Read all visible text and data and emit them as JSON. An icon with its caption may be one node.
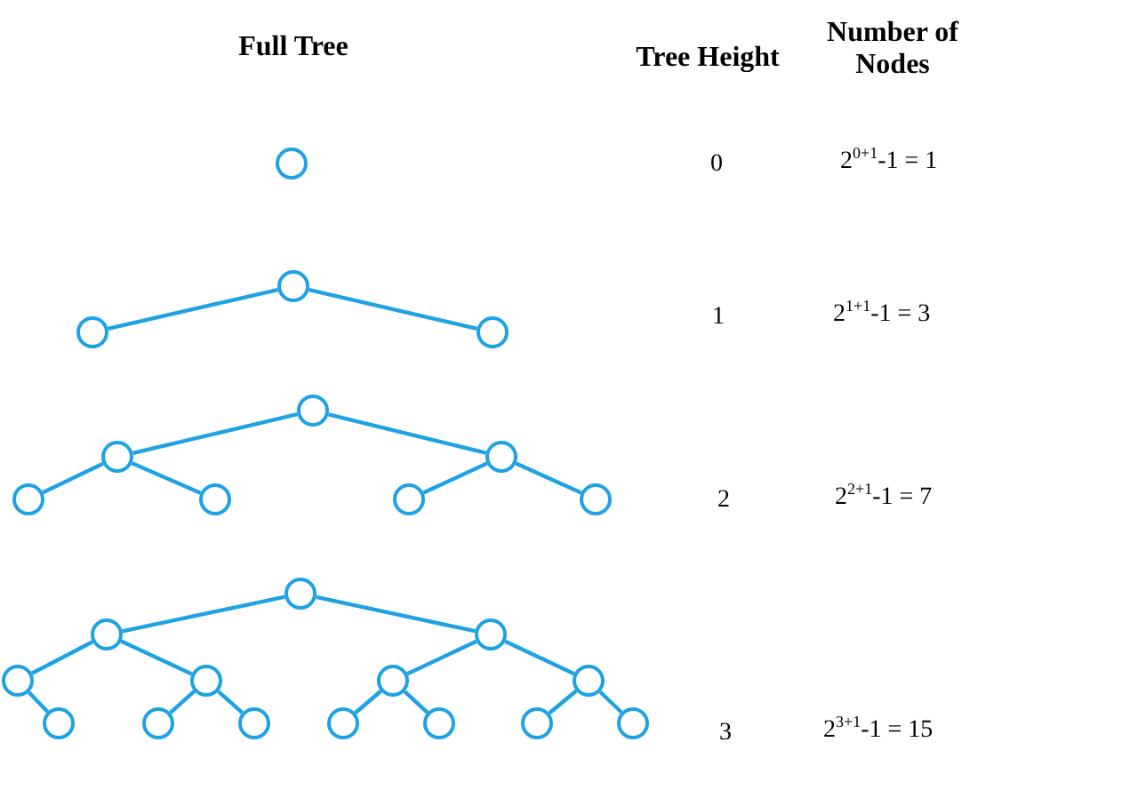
{
  "diagram": {
    "nodes": [
      {
        "text": [],
        "shape": "circle"
      },
      {
        "text": [],
        "shape": "circle"
      },
      {
        "text": [],
        "shape": "circle"
      },
      {
        "text": [],
        "shape": "circle"
      },
      {
        "text": [],
        "shape": "circle"
      },
      {
        "text": [],
        "shape": "circle"
      },
      {
        "text": [],
        "shape": "circle"
      },
      {
        "text": [],
        "shape": "circle"
      },
      {
        "text": [],
        "shape": "circle"
      },
      {
        "text": [],
        "shape": "circle"
      },
      {
        "text": [],
        "shape": "circle"
      },
      {
        "text": [],
        "shape": "circle"
      },
      {
        "text": [],
        "shape": "circle"
      },
      {
        "text": [],
        "shape": "circle"
      },
      {
        "text": [],
        "shape": "circle"
      },
      {
        "text": [],
        "shape": "circle"
      },
      {
        "text": [],
        "shape": "circle"
      },
      {
        "text": [],
        "shape": "circle"
      },
      {
        "text": [],
        "shape": "circle"
      },
      {
        "text": [],
        "shape": "circle"
      },
      {
        "text": [],
        "shape": "circle"
      },
      {
        "text": [],
        "shape": "circle"
      },
      {
        "text": [],
        "shape": "circle"
      },
      {
        "text": [],
        "shape": "circle"
      },
      {
        "text": [],
        "shape": "circle"
      }
    ],
    "edges": [
      {
        "from": 1,
        "to": 2,
        "arrow": "none"
      },
      {
        "from": 1,
        "to": 3,
        "arrow": "none"
      },
      {
        "from": 4,
        "to": 5,
        "arrow": "none"
      },
      {
        "from": 4,
        "to": 6,
        "arrow": "none"
      },
      {
        "from": 5,
        "to": 7,
        "arrow": "none"
      },
      {
        "from": 5,
        "to": 8,
        "arrow": "none"
      },
      {
        "from": 6,
        "to": 9,
        "arrow": "none"
      },
      {
        "from": 6,
        "to": 10,
        "arrow": "none"
      },
      {
        "from": 11,
        "to": 12,
        "arrow": "none"
      },
      {
        "from": 11,
        "to": 13,
        "arrow": "none"
      },
      {
        "from": 12,
        "to": 14,
        "arrow": "none"
      },
      {
        "from": 12,
        "to": 15,
        "arrow": "none"
      },
      {
        "from": 13,
        "to": 16,
        "arrow": "none"
      },
      {
        "from": 13,
        "to": 17,
        "arrow": "none"
      },
      {
        "from": 14,
        "to": 18,
        "arrow": "none"
      },
      {
        "from": 15,
        "to": 19,
        "arrow": "none"
      },
      {
        "from": 15,
        "to": 20,
        "arrow": "none"
      },
      {
        "from": 16,
        "to": 21,
        "arrow": "none"
      },
      {
        "from": 16,
        "to": 22,
        "arrow": "none"
      },
      {
        "from": 17,
        "to": 23,
        "arrow": "none"
      },
      {
        "from": 17,
        "to": 24,
        "arrow": "none"
      }
    ],
    "labels": [
      "Full Tree",
      "Tree Height",
      "Number of Nodes",
      "0",
      "2$^{0+1}$-1 = 1",
      "1",
      "2$^{1+1}$-1 = 3",
      "2",
      "2$^{2+1}$-1 = 7",
      "3",
      "2$^{3+1}$-1 = 15"
    ]
  }
}
